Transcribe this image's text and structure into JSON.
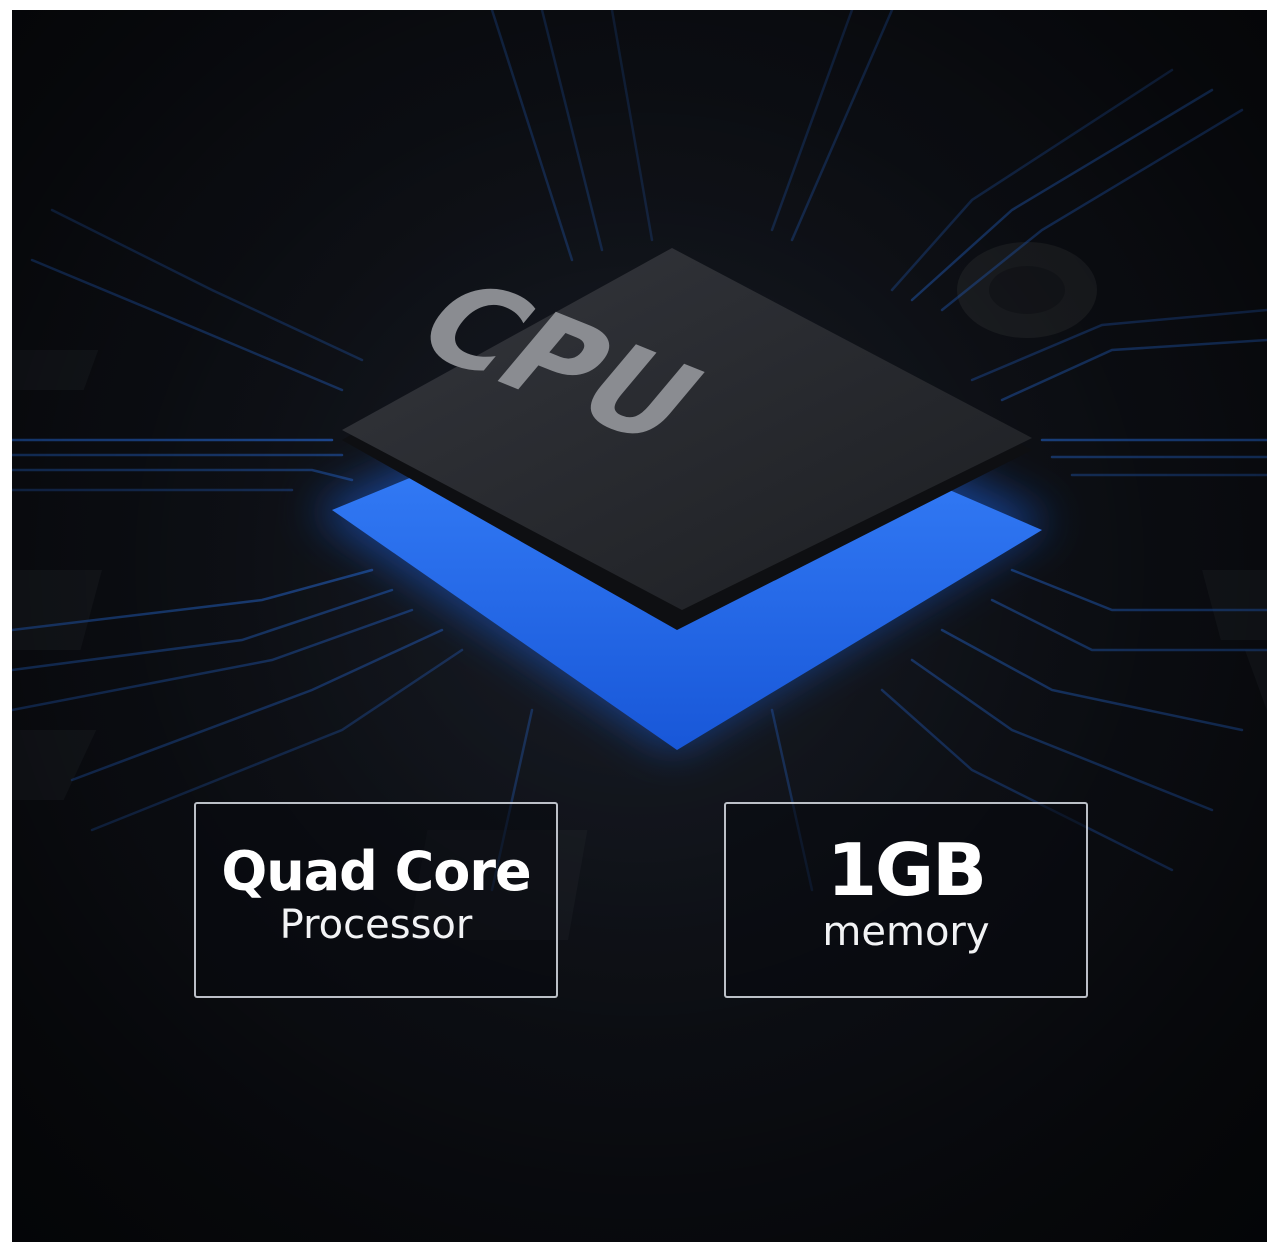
{
  "chip": {
    "label": "CPU"
  },
  "specs": [
    {
      "headline": "Quad Core",
      "subline": "Processor"
    },
    {
      "headline": "1GB",
      "subline": "memory"
    }
  ],
  "colors": {
    "background": "#12151c",
    "glow": "#2f7bff",
    "chip_top": "#2a2c31",
    "chip_label": "#8a8c91",
    "box_border": "#dce0e8",
    "text": "#ffffff"
  }
}
